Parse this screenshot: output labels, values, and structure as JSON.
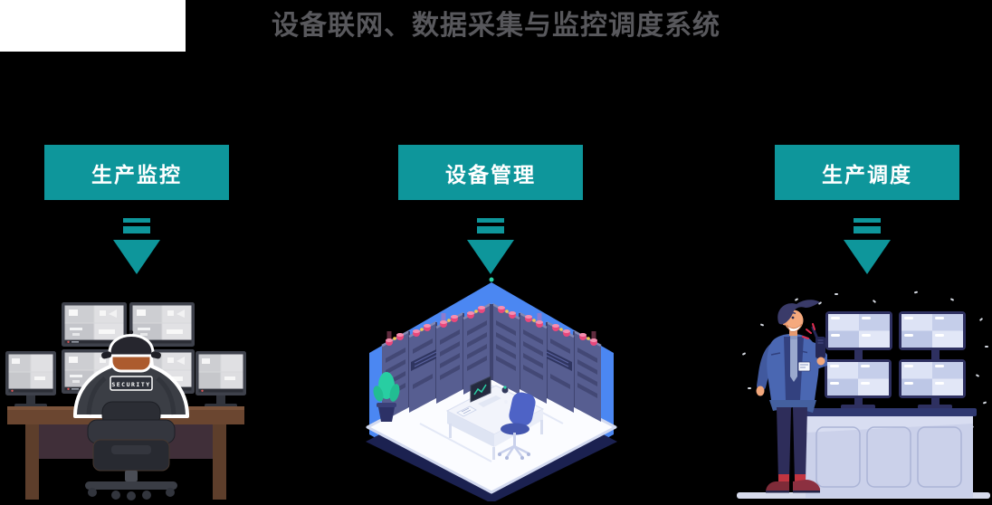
{
  "title": "设备联网、数据采集与监控调度系统",
  "columns": [
    {
      "label": "生产监控",
      "illustration": "security-operator-monitor-wall"
    },
    {
      "label": "设备管理",
      "illustration": "isometric-server-room"
    },
    {
      "label": "生产调度",
      "illustration": "dispatcher-with-radio-and-screens"
    }
  ],
  "illustrations": {
    "security_badge_text": "SECURITY"
  },
  "icons": {
    "down_arrow": "⬇"
  },
  "colors": {
    "accent_teal": "#0E969B",
    "title_gray": "#58585C",
    "canvas_black": "#000000",
    "server_room_wall_blue": "#4B87F2",
    "server_rack_indigo": "#575E91",
    "uniform_blue": "#4A67B2",
    "floor_navy_shadow": "#1B2150"
  }
}
